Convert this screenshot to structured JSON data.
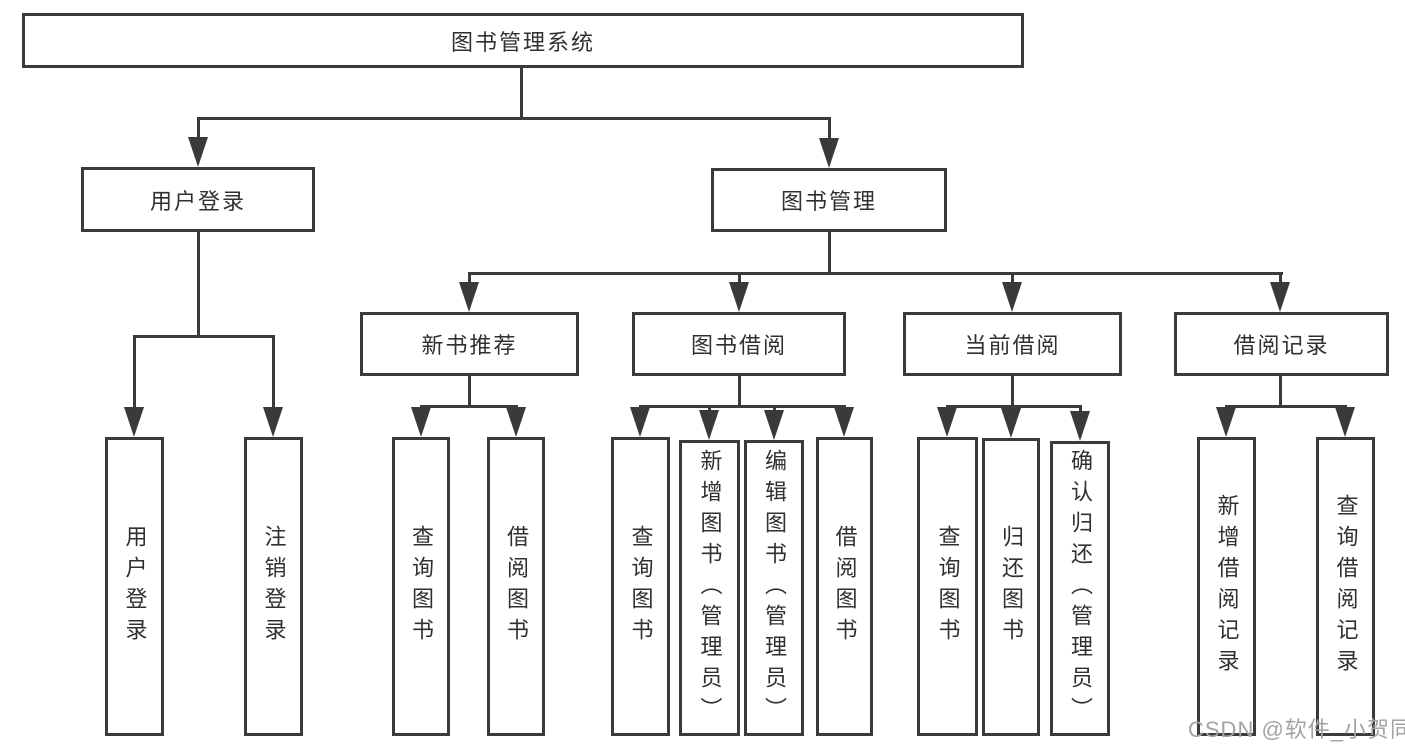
{
  "tree": {
    "root": {
      "label": "图书管理系统"
    },
    "branches": [
      {
        "label": "用户登录",
        "leaves": [
          {
            "label": "用户登录"
          },
          {
            "label": "注销登录"
          }
        ]
      },
      {
        "label": "图书管理",
        "groups": [
          {
            "label": "新书推荐",
            "leaves": [
              {
                "label": "查询图书"
              },
              {
                "label": "借阅图书"
              }
            ]
          },
          {
            "label": "图书借阅",
            "leaves": [
              {
                "label": "查询图书"
              },
              {
                "label": "新增图书（管理员）"
              },
              {
                "label": "编辑图书（管理员）"
              },
              {
                "label": "借阅图书"
              }
            ]
          },
          {
            "label": "当前借阅",
            "leaves": [
              {
                "label": "查询图书"
              },
              {
                "label": "归还图书"
              },
              {
                "label": "确认归还（管理员）"
              }
            ]
          },
          {
            "label": "借阅记录",
            "leaves": [
              {
                "label": "新增借阅记录"
              },
              {
                "label": "查询借阅记录"
              }
            ]
          }
        ]
      }
    ]
  },
  "watermark": {
    "text": "CSDN @软件_小贺同学"
  },
  "colors": {
    "line": "#3a3a3a",
    "text": "#303030",
    "watermark": "#a3a3a3",
    "background": "#ffffff"
  }
}
